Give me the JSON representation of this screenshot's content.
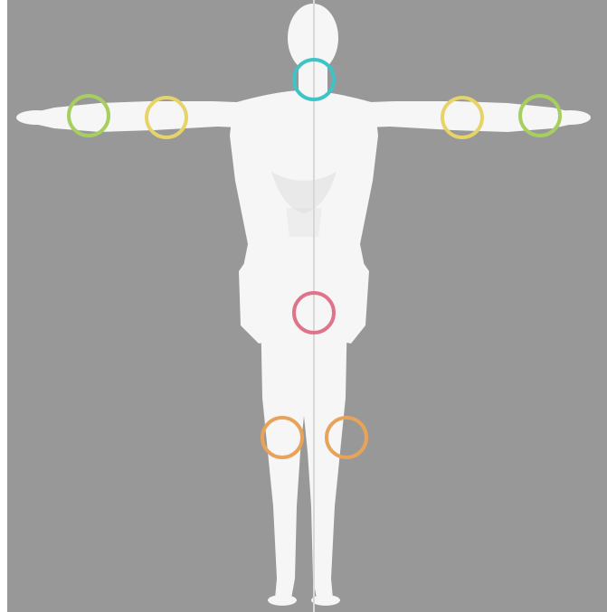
{
  "viewport": {
    "background": "#989898",
    "model": "white-mannequin",
    "pose": "T-pose",
    "view": "front"
  },
  "colors": {
    "body": "#f6f6f6",
    "shade": "#dcdcdc",
    "guide_line": "#d8d8d8",
    "neck": "#3ec4c6",
    "pelvis": "#e0738c",
    "shoulder": "#e6d46a",
    "wrist": "#a6cf60",
    "knee": "#e8a35a"
  },
  "markers": [
    {
      "id": "neck",
      "color": "#3ec4c6"
    },
    {
      "id": "pelvis",
      "color": "#e0738c"
    },
    {
      "id": "shoulder-left",
      "color": "#e6d46a"
    },
    {
      "id": "shoulder-right",
      "color": "#e6d46a"
    },
    {
      "id": "wrist-left",
      "color": "#a6cf60"
    },
    {
      "id": "wrist-right",
      "color": "#a6cf60"
    },
    {
      "id": "knee-left",
      "color": "#e8a35a"
    },
    {
      "id": "knee-right",
      "color": "#e8a35a"
    }
  ]
}
